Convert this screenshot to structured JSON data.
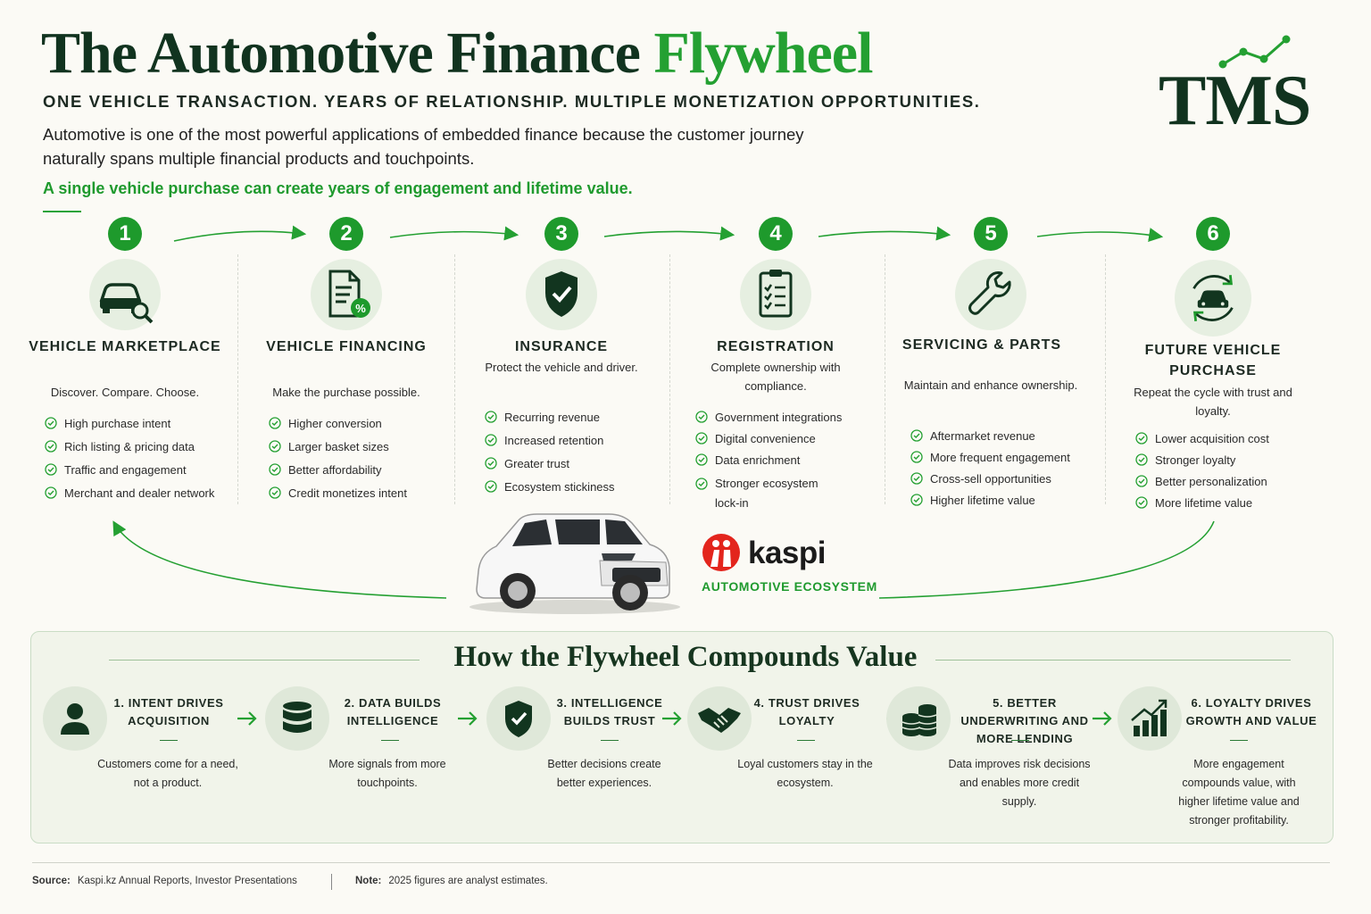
{
  "header": {
    "title_main": "The Automotive Finance",
    "title_accent": "Flywheel",
    "subtitle": "ONE VEHICLE TRANSACTION. YEARS OF RELATIONSHIP. MULTIPLE MONETIZATION OPPORTUNITIES.",
    "intro": "Automotive is one of the most powerful applications of embedded finance because the customer journey naturally spans multiple financial products and touchpoints.",
    "tagline": "A single vehicle purchase can create years of engagement and lifetime value.",
    "logo_text": "TMS"
  },
  "stages": [
    {
      "number": "1",
      "icon": "car-search-icon",
      "title": "VEHICLE MARKETPLACE",
      "desc": "Discover. Compare. Choose.",
      "bullets": [
        "High purchase intent",
        "Rich listing & pricing data",
        "Traffic and engagement",
        "Merchant and dealer network"
      ]
    },
    {
      "number": "2",
      "icon": "document-percent-icon",
      "title": "VEHICLE FINANCING",
      "desc": "Make the purchase possible.",
      "bullets": [
        "Higher conversion",
        "Larger basket sizes",
        "Better affordability",
        "Credit monetizes intent"
      ]
    },
    {
      "number": "3",
      "icon": "shield-check-icon",
      "title": "INSURANCE",
      "desc": "Protect the vehicle and driver.",
      "bullets": [
        "Recurring revenue",
        "Increased retention",
        "Greater trust",
        "Ecosystem stickiness"
      ]
    },
    {
      "number": "4",
      "icon": "clipboard-checklist-icon",
      "title": "REGISTRATION",
      "desc": "Complete ownership with compliance.",
      "bullets": [
        "Government integrations",
        "Digital convenience",
        "Data enrichment",
        "Stronger ecosystem lock-in"
      ]
    },
    {
      "number": "5",
      "icon": "wrench-icon",
      "title": "SERVICING & PARTS",
      "desc": "Maintain and enhance ownership.",
      "bullets": [
        "Aftermarket revenue",
        "More frequent engagement",
        "Cross-sell opportunities",
        "Higher lifetime value"
      ]
    },
    {
      "number": "6",
      "icon": "car-cycle-icon",
      "title": "FUTURE VEHICLE PURCHASE",
      "desc": "Repeat the cycle with trust and loyalty.",
      "bullets": [
        "Lower acquisition cost",
        "Stronger loyalty",
        "Better personalization",
        "More lifetime value"
      ]
    }
  ],
  "ecosystem": {
    "brand": "kaspi",
    "label": "AUTOMOTIVE ECOSYSTEM",
    "car_icon": "suv-car-image"
  },
  "compounding": {
    "title": "How the Flywheel Compounds Value",
    "steps": [
      {
        "icon": "person-icon",
        "title": "1. INTENT DRIVES ACQUISITION",
        "desc": "Customers come for a need, not a product."
      },
      {
        "icon": "database-icon",
        "title": "2. DATA BUILDS INTELLIGENCE",
        "desc": "More signals from more touchpoints."
      },
      {
        "icon": "shield-check-icon",
        "title": "3. INTELLIGENCE BUILDS TRUST",
        "desc": "Better decisions create better experiences."
      },
      {
        "icon": "handshake-icon",
        "title": "4. TRUST DRIVES LOYALTY",
        "desc": "Loyal customers stay in the ecosystem."
      },
      {
        "icon": "coins-stack-icon",
        "title": "5. BETTER UNDERWRITING AND MORE LENDING",
        "desc": "Data improves risk decisions and enables more credit supply."
      },
      {
        "icon": "growth-chart-icon",
        "title": "6. LOYALTY DRIVES GROWTH AND VALUE",
        "desc": "More engagement compounds value, with higher lifetime value and stronger profitability."
      }
    ]
  },
  "footer": {
    "source_label": "Source:",
    "source_text": "Kaspi.kz Annual Reports, Investor Presentations",
    "note_label": "Note:",
    "note_text": "2025 figures are analyst estimates."
  },
  "colors": {
    "accent_green": "#24a032",
    "dark_green": "#11331f",
    "kaspi_red": "#e3251d"
  }
}
